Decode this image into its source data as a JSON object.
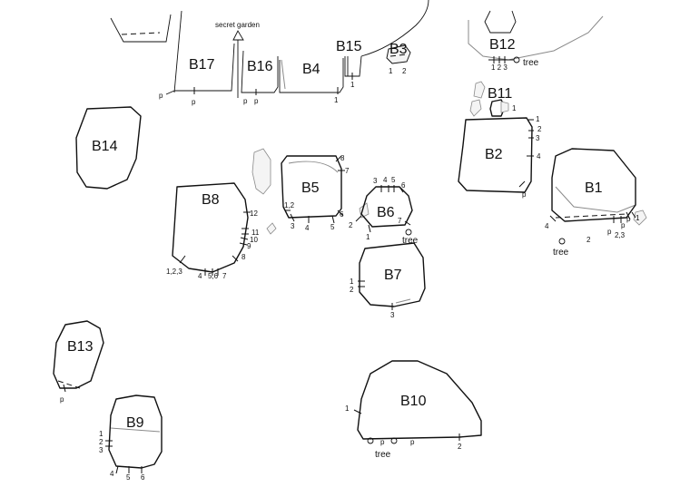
{
  "stones": {
    "B1": "B1",
    "B2": "B2",
    "B3": "B3",
    "B4": "B4",
    "B5": "B5",
    "B6": "B6",
    "B7": "B7",
    "B8": "B8",
    "B9": "B9",
    "B10": "B10",
    "B11": "B11",
    "B12": "B12",
    "B13": "B13",
    "B14": "B14",
    "B15": "B15",
    "B16": "B16",
    "B17": "B17"
  },
  "annotations": {
    "secret_garden": "secret garden",
    "tree": "tree",
    "p": "p"
  },
  "marks": {
    "n1": "1",
    "n2": "2",
    "n3": "3",
    "n4": "4",
    "n5": "5",
    "n6": "6",
    "n7": "7",
    "n8": "8",
    "n9": "9",
    "n10": "10",
    "n11": "11",
    "n12": "12",
    "n12_comma": "1,2",
    "n123": "1,2,3",
    "n56": "5,6",
    "n23": "2,3",
    "n1_2_3": "1 2 3"
  }
}
